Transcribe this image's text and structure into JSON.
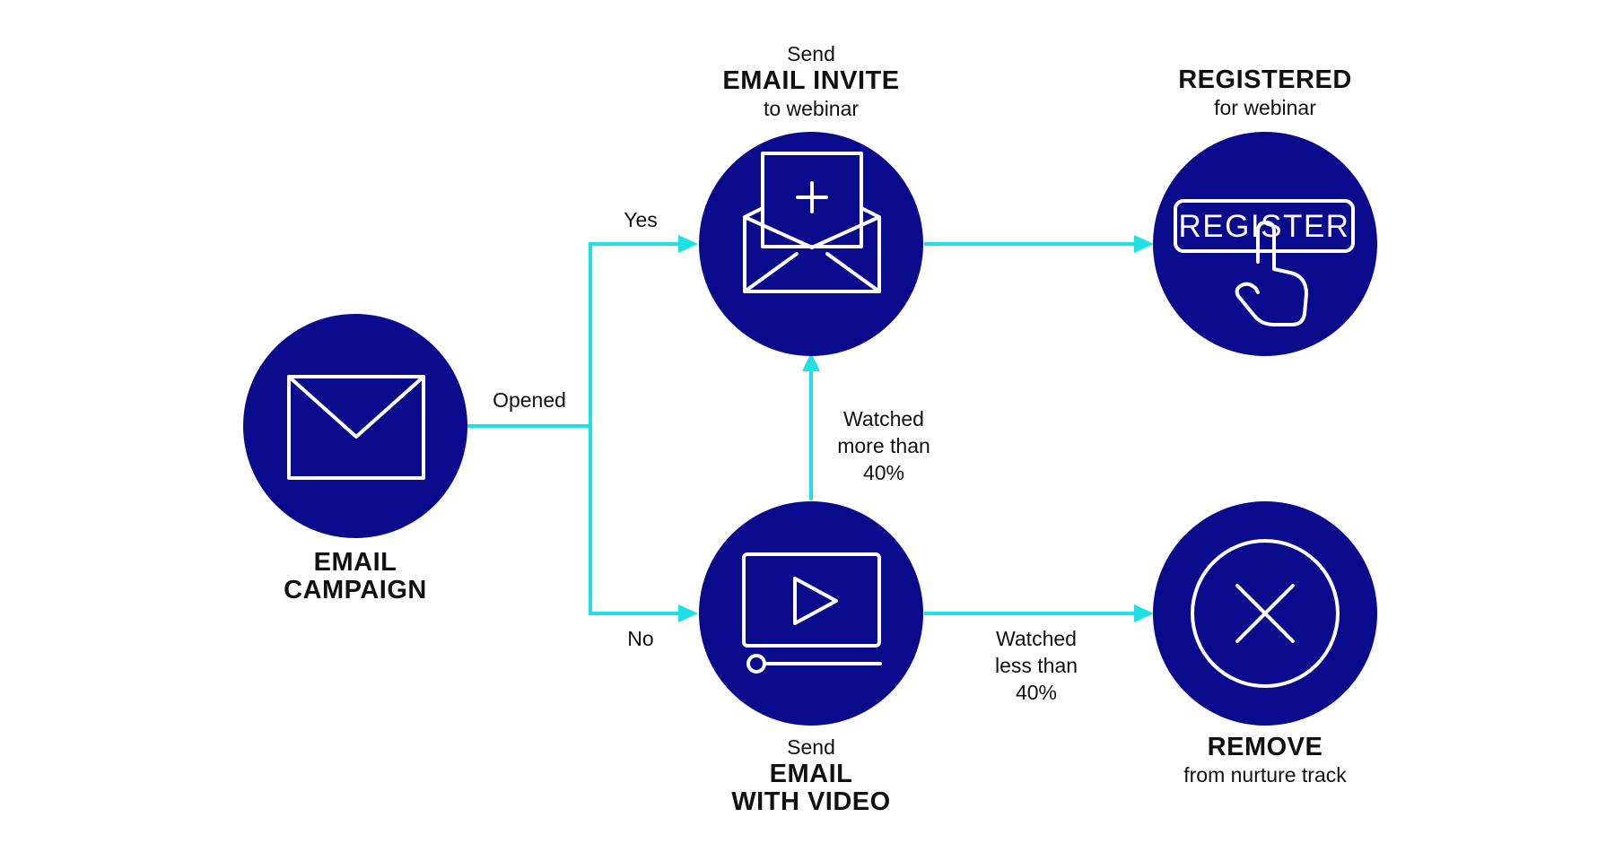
{
  "colors": {
    "node_fill": "#0a0a8c",
    "connector": "#1ee0e6",
    "icon_stroke": "#ffffff",
    "text": "#111111",
    "background": "#ffffff"
  },
  "nodes": {
    "email_campaign": {
      "icon": "envelope-icon",
      "title_line1": "EMAIL",
      "title_line2": "CAMPAIGN"
    },
    "email_invite": {
      "icon": "open-envelope-plus-icon",
      "pre": "Send",
      "title": "EMAIL INVITE",
      "post": "to webinar"
    },
    "registered": {
      "icon": "register-button-hand-icon",
      "title": "REGISTERED",
      "post": "for webinar",
      "button_text": "REGISTER"
    },
    "email_video": {
      "icon": "video-player-icon",
      "pre": "Send",
      "title_line1": "EMAIL",
      "title_line2": "WITH VIDEO"
    },
    "remove": {
      "icon": "circle-x-icon",
      "title": "REMOVE",
      "post": "from nurture track"
    }
  },
  "edges": {
    "opened": "Opened",
    "yes": "Yes",
    "no": "No",
    "watched_more": [
      "Watched",
      "more than",
      "40%"
    ],
    "watched_less": [
      "Watched",
      "less than",
      "40%"
    ]
  }
}
